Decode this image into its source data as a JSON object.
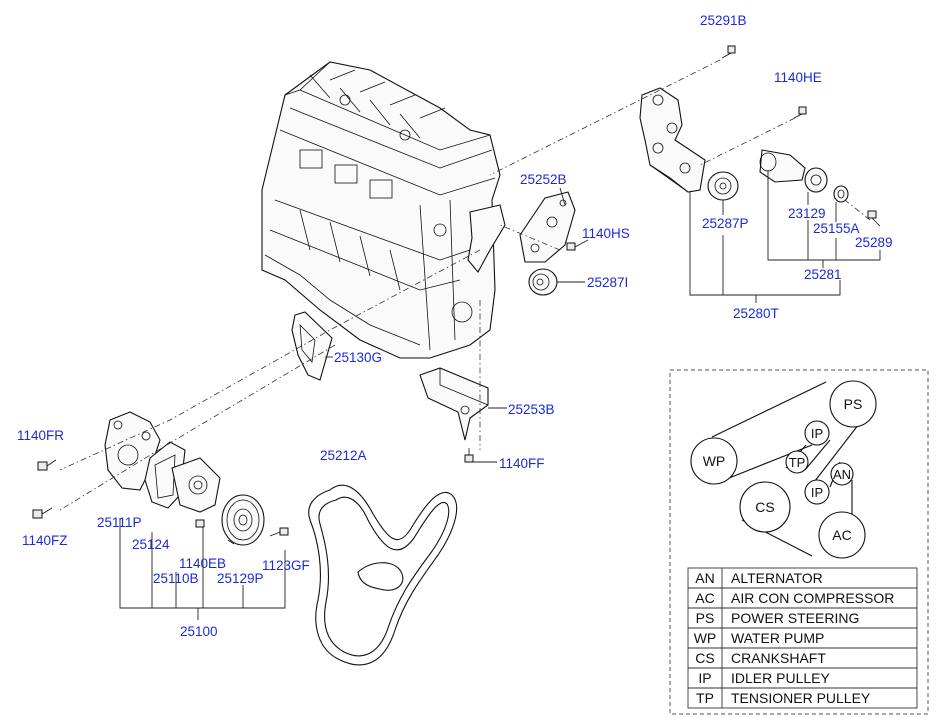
{
  "part_labels": {
    "p25291B": "25291B",
    "p1140HE": "1140HE",
    "p25252B": "25252B",
    "p1140HS": "1140HS",
    "p25287P": "25287P",
    "p23129": "23129",
    "p25155A": "25155A",
    "p25289": "25289",
    "p25287I": "25287I",
    "p25281": "25281",
    "p25280T": "25280T",
    "p25130G": "25130G",
    "p25253B": "25253B",
    "p1140FR": "1140FR",
    "p25212A": "25212A",
    "p1140FF": "1140FF",
    "p25111P": "25111P",
    "p25124": "25124",
    "p1140FZ": "1140FZ",
    "p1140EB": "1140EB",
    "p1123GF": "1123GF",
    "p25110B": "25110B",
    "p25129P": "25129P",
    "p25100": "25100"
  },
  "belt_diagram": {
    "pulleys": {
      "ps": "PS",
      "ip_top": "IP",
      "wp": "WP",
      "tp": "TP",
      "an": "AN",
      "ip_mid": "IP",
      "cs": "CS",
      "ac": "AC"
    }
  },
  "legend": [
    {
      "code": "AN",
      "name": "ALTERNATOR"
    },
    {
      "code": "AC",
      "name": "AIR CON COMPRESSOR"
    },
    {
      "code": "PS",
      "name": "POWER STEERING"
    },
    {
      "code": "WP",
      "name": "WATER PUMP"
    },
    {
      "code": "CS",
      "name": "CRANKSHAFT"
    },
    {
      "code": "IP",
      "name": "IDLER PULLEY"
    },
    {
      "code": "TP",
      "name": "TENSIONER PULLEY"
    }
  ]
}
